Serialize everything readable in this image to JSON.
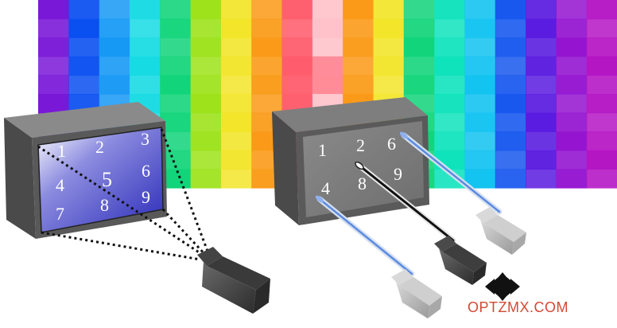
{
  "left_box": {
    "zone_labels": [
      "1",
      "2",
      "3",
      "4",
      "5",
      "6",
      "7",
      "8",
      "9"
    ]
  },
  "right_box": {
    "zone_labels": [
      "1",
      "2",
      "6",
      "4",
      "8",
      "9"
    ]
  },
  "watermark": "OPTZMX.COM",
  "colors": {
    "heatmap_columns": [
      "#7a18d8",
      "#0a4ff0",
      "#1698f5",
      "#17dbe3",
      "#12d47a",
      "#9de21a",
      "#f2e52a",
      "#fa9a18",
      "#ff5a6a",
      "#ffc0c8",
      "#fa9a18",
      "#f2e52a",
      "#12d47a",
      "#0fe3bc",
      "#13c3f0",
      "#1858ee",
      "#5a1ce0",
      "#9414d0",
      "#b516c4"
    ],
    "left_panel_gradient": [
      "#ffffff",
      "#3a3ac8"
    ],
    "box_body": "#5a5a5a",
    "fiber_blue": "#5b8be0",
    "fiber_black": "#111111",
    "watermark": "#d24a32"
  }
}
